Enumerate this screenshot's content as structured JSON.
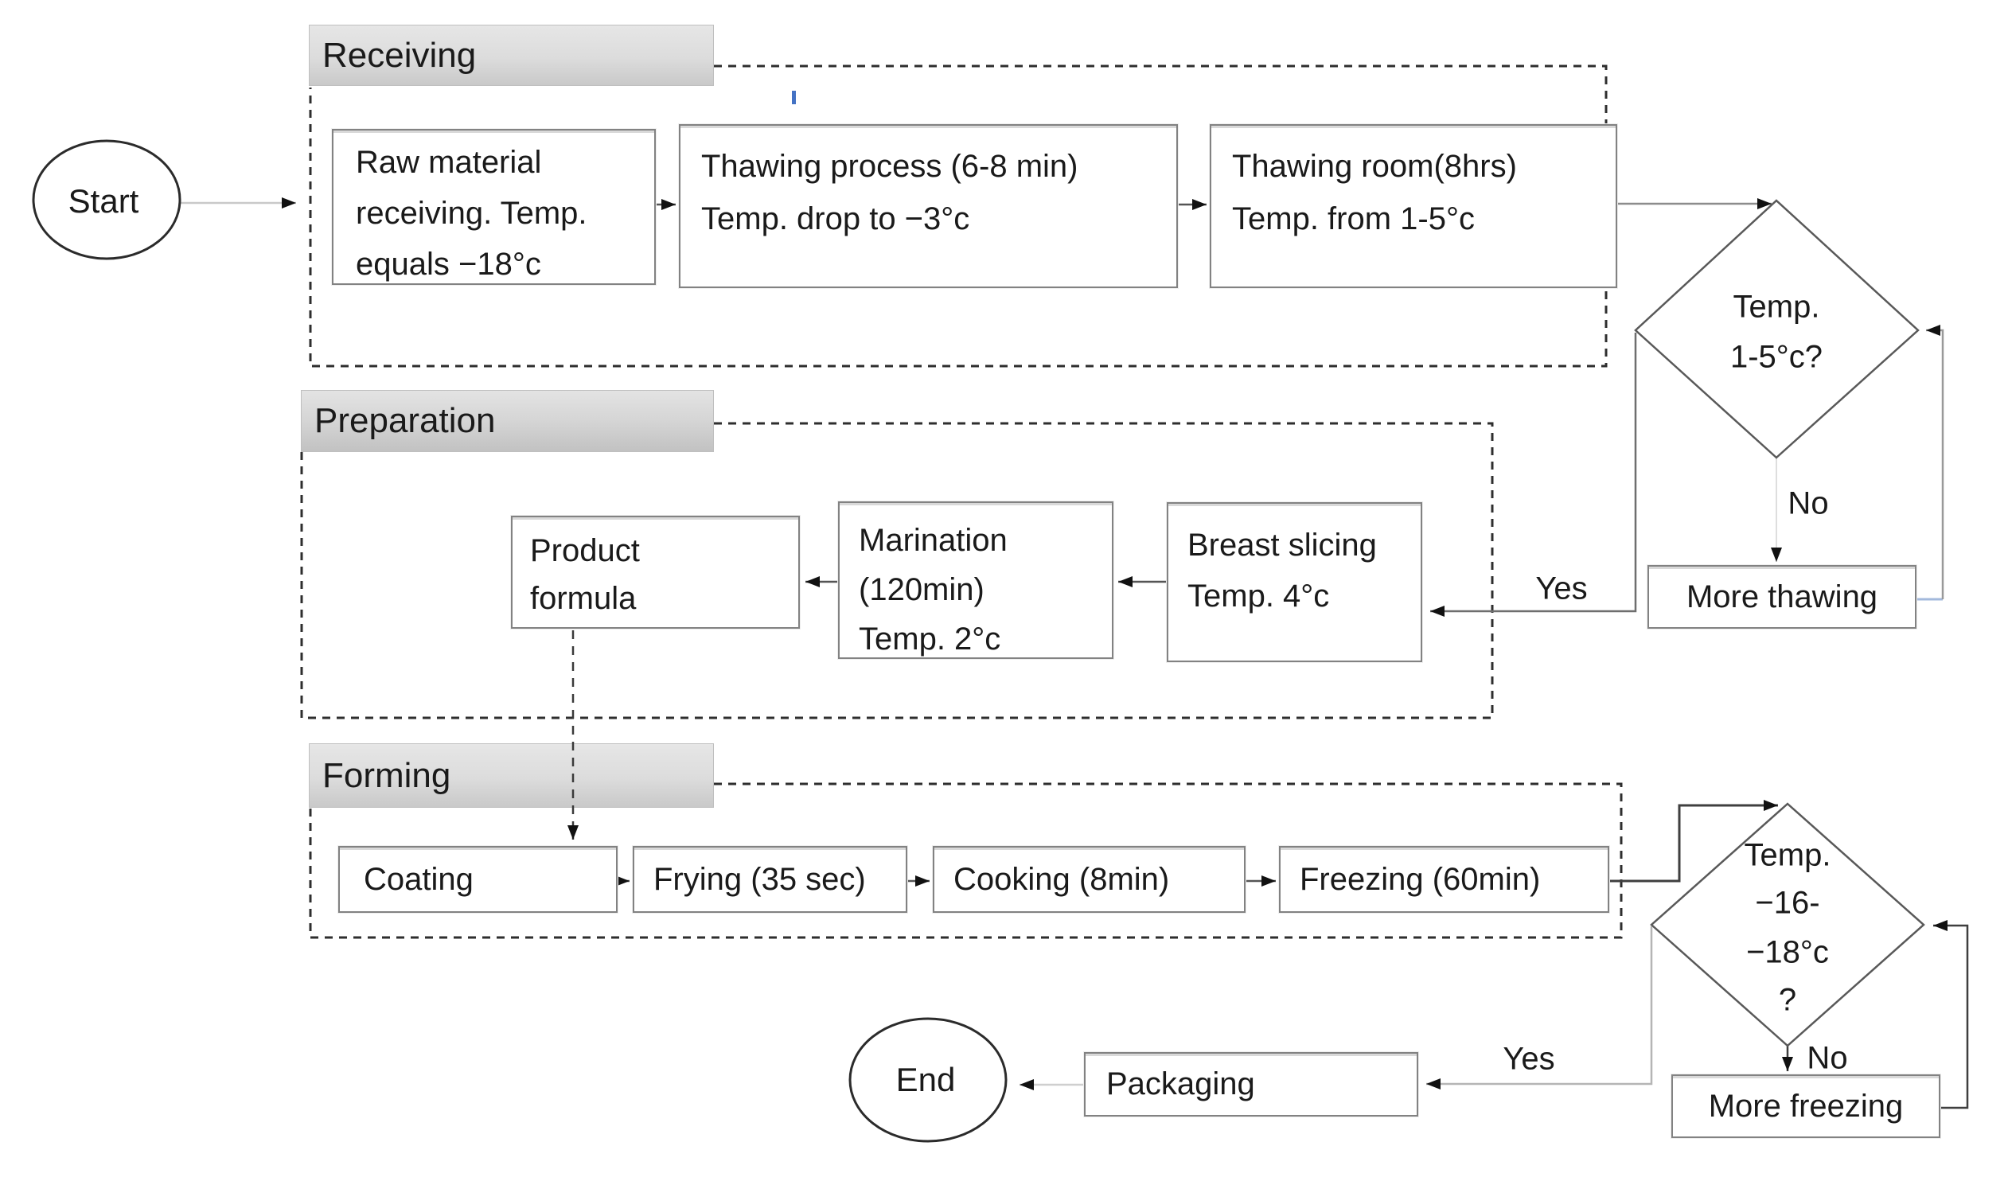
{
  "flowchart": {
    "terminals": {
      "start": "Start",
      "end": "End"
    },
    "sections": {
      "receiving": {
        "title": "Receiving"
      },
      "preparation": {
        "title": "Preparation"
      },
      "forming": {
        "title": "Forming"
      }
    },
    "steps": {
      "raw_material": {
        "line1": "Raw material",
        "line2": "receiving. Temp.",
        "line3": "equals −18°c"
      },
      "thawing_process": {
        "line1": "Thawing process (6-8 min)",
        "line2": "Temp. drop to −3°c"
      },
      "thawing_room": {
        "line1": "Thawing room(8hrs)",
        "line2": "Temp. from 1-5°c"
      },
      "product_formula": {
        "line1": "Product",
        "line2": "formula"
      },
      "marination": {
        "line1": "Marination",
        "line2": "(120min)",
        "line3": "Temp. 2°c"
      },
      "breast_slicing": {
        "line1": "Breast slicing",
        "line2": "Temp. 4°c"
      },
      "coating": {
        "label": "Coating"
      },
      "frying": {
        "label": "Frying (35 sec)"
      },
      "cooking": {
        "label": "Cooking (8min)"
      },
      "freezing": {
        "label": "Freezing (60min)"
      },
      "more_thawing": {
        "label": "More thawing"
      },
      "packaging": {
        "label": "Packaging"
      },
      "more_freezing": {
        "label": "More freezing"
      }
    },
    "decisions": {
      "thawing_check": {
        "line1": "Temp.",
        "line2": "1-5°c?",
        "yes": "Yes",
        "no": "No"
      },
      "freezing_check": {
        "line1": "Temp.",
        "line2": "−16-",
        "line3": "−18°c",
        "line4": "?",
        "yes": "Yes",
        "no": "No"
      }
    },
    "colors": {
      "box_border": "#7f7f7f",
      "header_fill": "#e0e0e0",
      "accent_blue": "#4472c4",
      "loop_blue": "#a3b9dc"
    }
  }
}
